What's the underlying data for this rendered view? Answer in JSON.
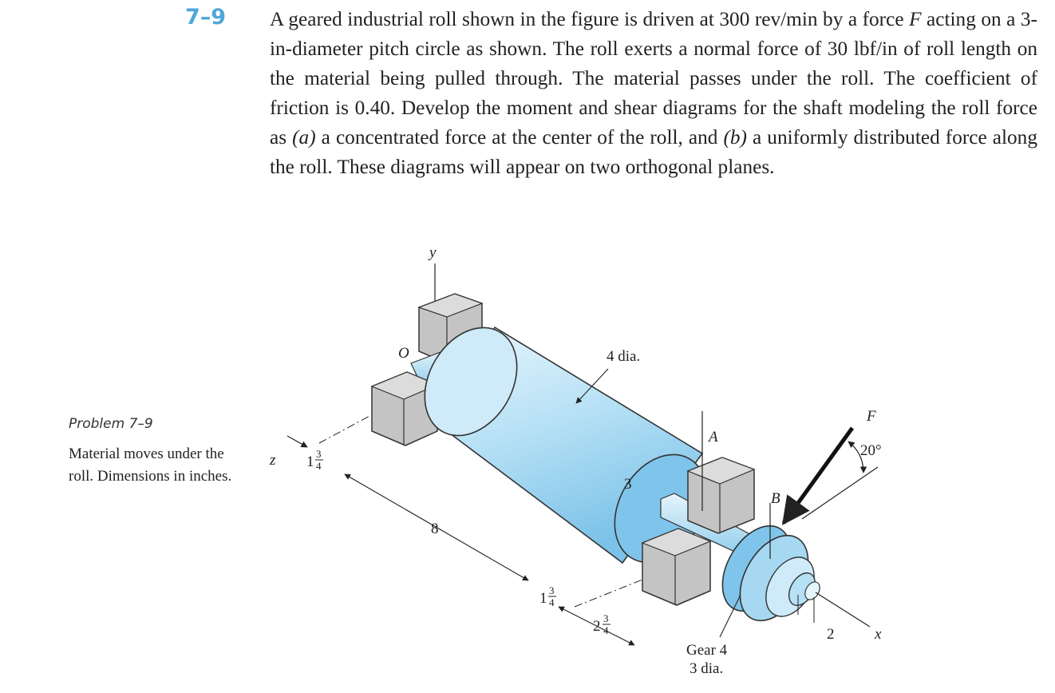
{
  "problem": {
    "number": "7–9",
    "parts": [
      "A geared industrial roll shown in the figure is driven at 300 rev/min by a force ",
      "F",
      " acting on a 3-in-diameter pitch circle as shown. The roll exerts a normal force of 30 lbf/in of roll length on the material being pulled through. The material passes under the roll. The coefficient of friction is 0.40. Develop the moment and shear diagrams for the shaft modeling the roll force as ",
      "(a)",
      " a concentrated force at the center of the roll, and ",
      "(b)",
      " a uniformly distributed force along the roll. These diagrams will appear on two orthogonal planes."
    ]
  },
  "caption": {
    "title": "Problem 7–9",
    "body": "Material moves under the roll. Dimensions in inches."
  },
  "figure": {
    "labels": {
      "y": "y",
      "z": "z",
      "x": "x",
      "origin": "O",
      "A": "A",
      "B": "B",
      "F": "F",
      "roll_dia": "4 dia.",
      "angle": "20°",
      "dim_3": "3",
      "dim_8": "8",
      "dim_2": "2",
      "gear_name": "Gear 4",
      "gear_dia": "3 dia.",
      "mixed_whole": "1",
      "mixed_whole_2": "2",
      "frac_num": "3",
      "frac_den": "4"
    },
    "colors": {
      "accent": "#4fa6d9",
      "roll_light": "#dff1fb",
      "roll_dark": "#8ccbec",
      "block": "#b9b9b9"
    }
  }
}
